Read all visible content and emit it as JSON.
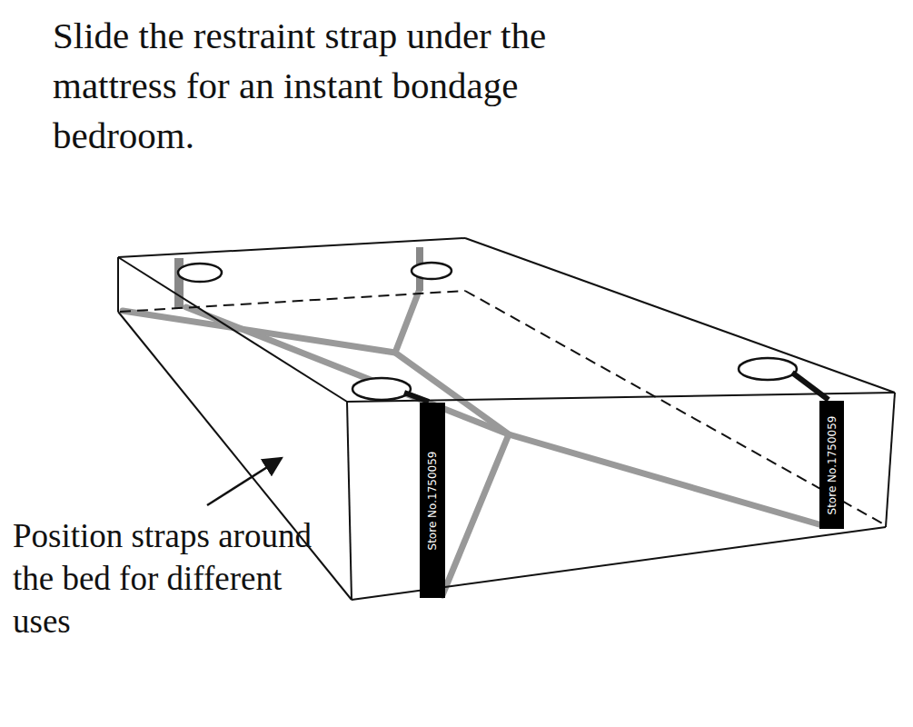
{
  "diagram": {
    "title": "Slide the restraint strap under the mattress for an instant bondage bedroom.",
    "nodes": [
      {
        "text": [
          "Store No.1750059"
        ]
      },
      {
        "text": [
          "Store No.1750059"
        ]
      }
    ],
    "labels": [
      "Position straps around the bed for different uses"
    ]
  }
}
